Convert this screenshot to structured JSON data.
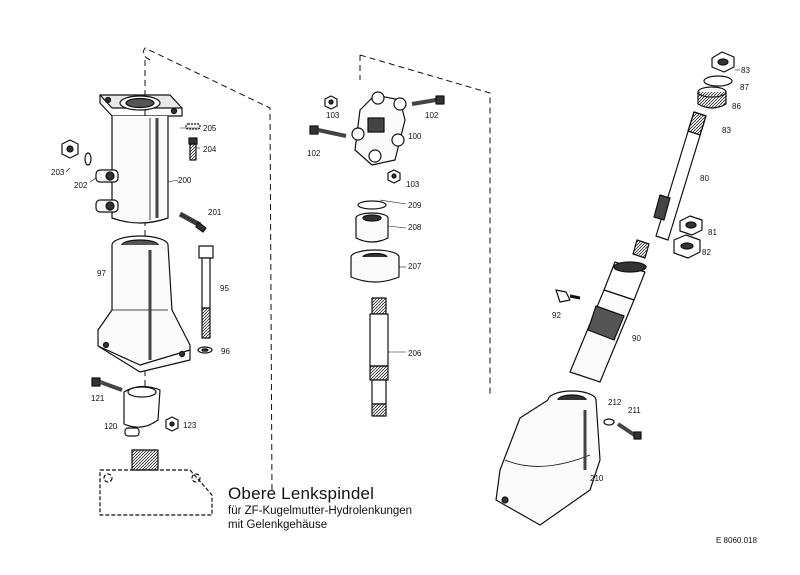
{
  "title": {
    "main": "Obere Lenkspindel",
    "line1": "für ZF-Kugelmutter-Hydrolenkungen",
    "line2": "mit Gelenkgehäuse"
  },
  "drawing_code": "E 8060.018",
  "part_labels": {
    "p205": "205",
    "p204": "204",
    "p203": "203",
    "p202": "202",
    "p200": "200",
    "p201": "201",
    "p97": "97",
    "p95": "95",
    "p96": "96",
    "p121": "121",
    "p120": "120",
    "p123": "123",
    "p103a": "103",
    "p102a": "102",
    "p102b": "102",
    "p100": "100",
    "p103b": "103",
    "p209": "209",
    "p208": "208",
    "p207": "207",
    "p206": "206",
    "p83a": "83",
    "p87": "87",
    "p86": "86",
    "p83b": "83",
    "p80": "80",
    "p81": "81",
    "p82": "82",
    "p92": "92",
    "p90": "90",
    "p212": "212",
    "p211": "211",
    "p210": "210"
  }
}
